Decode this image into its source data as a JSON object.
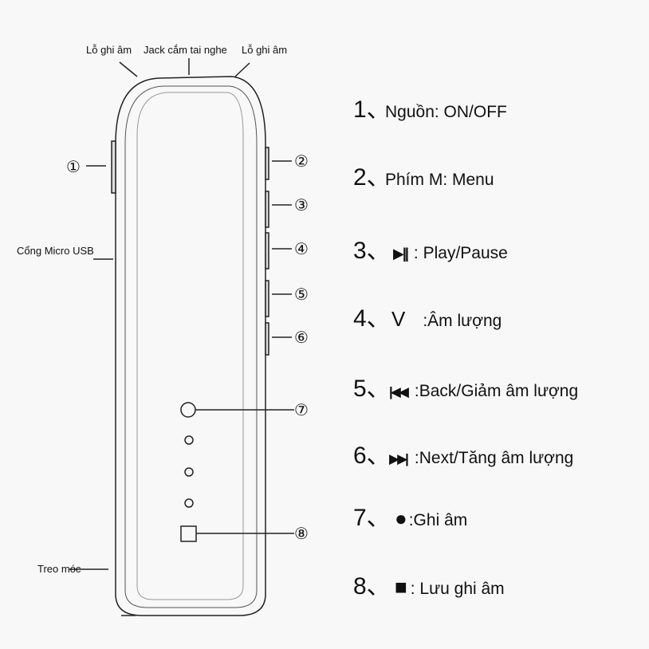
{
  "device_labels": {
    "mic_left": "Lỗ ghi âm",
    "jack": "Jack cắm tai nghe",
    "mic_right": "Lỗ ghi âm",
    "usb": "Cổng Micro USB",
    "hook": "Treo móc"
  },
  "callouts": [
    "①",
    "②",
    "③",
    "④",
    "⑤",
    "⑥",
    "⑦",
    "⑧"
  ],
  "legend": [
    {
      "num": "1、",
      "symbol": "",
      "text": "Nguồn: ON/OFF"
    },
    {
      "num": "2、",
      "symbol": "",
      "text": "Phím M: Menu"
    },
    {
      "num": "3、",
      "symbol": "▶||",
      "text": " : Play/Pause"
    },
    {
      "num": "4、",
      "symbol": "V",
      "text": ":Âm lượng"
    },
    {
      "num": "5、",
      "symbol": "|◀◀",
      "text": ":Back/Giảm âm lượng"
    },
    {
      "num": "6、",
      "symbol": "▶▶|",
      "text": ":Next/Tăng âm lượng"
    },
    {
      "num": "7、",
      "symbol": "●",
      "text": ":Ghi âm"
    },
    {
      "num": "8、",
      "symbol": "■",
      "text": " : Lưu ghi âm"
    }
  ]
}
